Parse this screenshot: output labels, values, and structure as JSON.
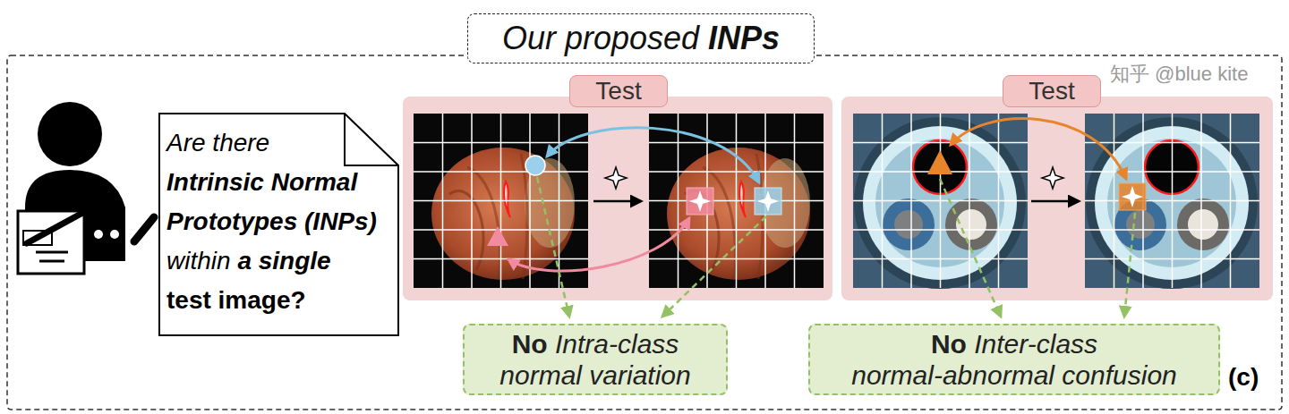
{
  "diagram": {
    "nodes": [
      {
        "text": [
          "Our proposed INPs"
        ]
      },
      {
        "text": [
          "Are there Intrinsic Normal Prototypes (INPs) within a single test image?"
        ]
      },
      {
        "text": [
          "Test"
        ]
      },
      {
        "text": [
          "Test"
        ]
      },
      {
        "text": [
          "No Intra-class normal variation"
        ]
      },
      {
        "text": [
          "No Inter-class normal-abnormal confusion"
        ]
      }
    ],
    "labels": [
      "(c)",
      "知乎 @blue kite"
    ]
  }
}
